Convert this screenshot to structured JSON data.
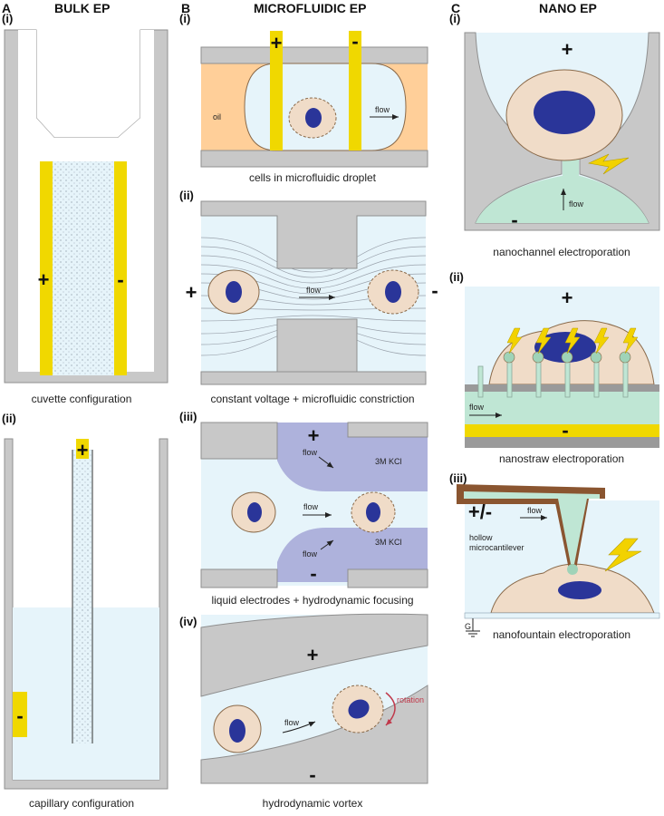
{
  "colors": {
    "wall": "#c8c8c8",
    "wall_stroke": "#8f8f8f",
    "medium": "#e6f4fa",
    "electrode": "#f0d800",
    "cell": "#f0dcc8",
    "cell_stroke": "#8a6a4a",
    "nucleus": "#2a3599",
    "oil": "#ffcf99",
    "liquid_electrode": "#aeb2dc",
    "nano_green": "#bfe6d4",
    "cantilever": "#8a5530",
    "spark": "#f2d200",
    "rotation": "#c0394b"
  },
  "panelA": {
    "letter": "A",
    "title": "BULK EP",
    "i": {
      "label": "(i)",
      "plus": "+",
      "minus": "-",
      "caption": "cuvette configuration"
    },
    "ii": {
      "label": "(ii)",
      "plus": "+",
      "minus": "-",
      "caption": "capillary configuration"
    }
  },
  "panelB": {
    "letter": "B",
    "title": "MICROFLUIDIC EP",
    "i": {
      "label": "(i)",
      "plus": "+",
      "minus": "-",
      "oil": "oil",
      "flow": "flow",
      "caption": "cells in microfluidic droplet"
    },
    "ii": {
      "label": "(ii)",
      "plus": "+",
      "minus": "-",
      "flow": "flow",
      "caption": "constant voltage + microfluidic constriction"
    },
    "iii": {
      "label": "(iii)",
      "plus": "+",
      "minus": "-",
      "flow_top": "flow",
      "flow_mid": "flow",
      "flow_bot": "flow",
      "kcl_top": "3M KCl",
      "kcl_bot": "3M KCl",
      "caption": "liquid electrodes + hydrodynamic focusing"
    },
    "iv": {
      "label": "(iv)",
      "plus": "+",
      "minus": "-",
      "flow": "flow",
      "rotation": "rotation",
      "caption": "hydrodynamic vortex"
    }
  },
  "panelC": {
    "letter": "C",
    "title": "NANO EP",
    "i": {
      "label": "(i)",
      "plus": "+",
      "minus": "-",
      "flow": "flow",
      "caption": "nanochannel electroporation"
    },
    "ii": {
      "label": "(ii)",
      "plus": "+",
      "minus": "-",
      "flow": "flow",
      "caption": "nanostraw electroporation"
    },
    "iii": {
      "label": "(iii)",
      "pm": "+/-",
      "flow": "flow",
      "cantilever_line1": "hollow",
      "cantilever_line2": "microcantilever",
      "ground": "G",
      "caption": "nanofountain electroporation"
    }
  }
}
